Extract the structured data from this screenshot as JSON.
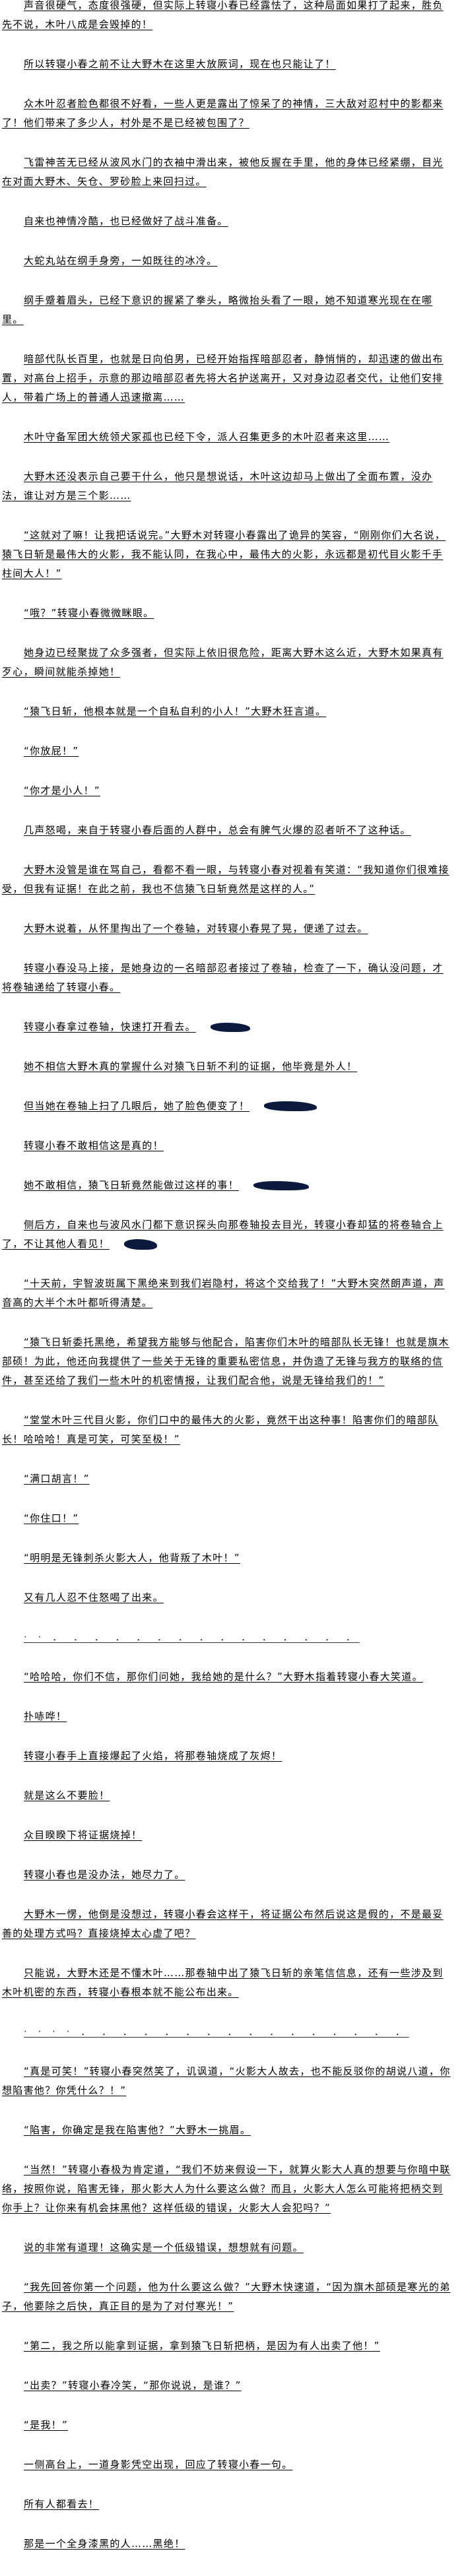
{
  "document": {
    "paragraphs": [
      "声音很硬气，态度很强硬，但实际上转寝小春已经露怯了，这种局面如果打了起来，胜负先不说，木叶八成是会毁掉的！",
      "所以转寝小春之前不让大野木在这里大放厥词，现在也只能让了！",
      "众木叶忍者脸色都很不好看，一些人更是露出了惊呆了的神情，三大敌对忍村中的影都来了！他们带来了多少人，村外是不是已经被包围了？",
      "飞雷神苦无已经从波风水门的衣袖中滑出来，被他反握在手里，他的身体已经紧绷，目光在对面大野木、矢仓、罗砂脸上来回扫过。",
      "自来也神情冷酷，也已经做好了战斗准备。",
      "大蛇丸站在纲手身旁，一如既往的冰冷。",
      "纲手蹙着眉头，已经下意识的握紧了拳头，略微抬头看了一眼，她不知道寒光现在在哪里。",
      "暗部代队长百里，也就是日向伯男，已经开始指挥暗部忍者，静悄悄的，却迅速的做出布置，对高台上招手，示意的那边暗部忍者先将大名护送离开，又对身边忍者交代，让他们安排人，带着广场上的普通人迅速撤离……",
      "木叶守备军团大统领犬冢孤也已经下令，派人召集更多的木叶忍者来这里……",
      "大野木还没表示自己要干什么，他只是想说话，木叶这边却马上做出了全面布置，没办法，谁让对方是三个影……",
      "“这就对了嘛！让我把话说完。”大野木对转寝小春露出了诡异的笑容，“刚刚你们大名说，猿飞日斩是最伟大的火影，我不能认同，在我心中，最伟大的火影，永远都是初代目火影千手柱间大人！”",
      "“哦？”转寝小春微微眯眼。",
      "她身边已经聚拢了众多强者，但实际上依旧很危险，距离大野木这么近，大野木如果真有歹心，瞬间就能杀掉她！",
      "“猿飞日斩，他根本就是一个自私自利的小人！”大野木狂言道。",
      "“你放屁！”",
      "“你才是小人！”",
      "几声怒喝，来自于转寝小春后面的人群中，总会有脾气火爆的忍者听不了这种话。",
      "大野木没管是谁在骂自己，看都不看一眼，与转寝小春对视着有笑道：“我知道你们很难接受，但我有证据！在此之前，我也不信猿飞日斩竟然是这样的人。”",
      "大野木说着，从怀里掏出了一个卷轴，对转寝小春晃了晃，便递了过去。",
      "转寝小春没马上接，是她身边的一名暗部忍者接过了卷轴，检查了一下，确认没问题，才将卷轴递给了转寝小春。",
      "转寝小春拿过卷轴，快速打开看去。",
      "她不相信大野木真的掌握什么对猿飞日斩不利的证据，他毕竟是外人！",
      "但当她在卷轴上扫了几眼后，她了脸色便变了！",
      "转寝小春不敢相信这是真的！",
      "她不敢相信，猿飞日斩竟然能做过这样的事！",
      "侧后方，自来也与波风水门都下意识探头向那卷轴投去目光，转寝小春却猛的将卷轴合上了，不让其他人看见！",
      "“十天前，宇智波斑属下黑绝来到我们岩隐村，将这个交给我了！”大野木突然朗声道，声音高的大半个木叶都听得清楚。",
      "“猿飞日斩委托黑绝，希望我方能够与他配合，陷害你们木叶的暗部队长无锋！也就是旗木部硕！为此，他还向我提供了一些关于无锋的重要私密信息，并伪造了无锋与我方的联络的信件，甚至还给了我们一些木叶的机密情报，让我们配合他，说是无锋给我们的！”",
      "“堂堂木叶三代目火影，你们口中的最伟大的火影，竟然干出这种事！陷害你们的暗部队长！哈哈哈！真是可笑，可笑至极！”",
      "“满口胡言！”",
      "“你住口！”",
      "“明明是无锋刺杀火影大人，他背叛了木叶！”",
      "又有几人忍不住怒喝了出来。",
      "· · ． ． ． ． ． ． ． ． ． ． ． ． ． ． ．",
      "“哈哈哈，你们不信，那你们问她，我给她的是什么？”大野木指着转寝小春大笑道。",
      "扑哧哗！",
      "转寝小春手上直接爆起了火焰，将那卷轴烧成了灰烬！",
      "就是这么不要脸！",
      "众目睽睽下将证据烧掉！",
      "转寝小春也是没办法，她尽力了。",
      "大野木一愣，他倒是没想过，转寝小春会这样干，将证据公布然后说这是假的，不是最妥善的处理方式吗？直接烧掉太心虚了吧？",
      "只能说，大野木还是不懂木叶……那卷轴中出了猿飞日斩的亲笔信信息，还有一些涉及到木叶机密的东西，转寝小春根本就不能公布出来。",
      "· · · · ． ． ． ． ． ． ． ． ． ． ． ． ． ． ． ．",
      "“真是可笑！”转寝小春突然笑了，讥讽道，“火影大人故去，也不能反驳你的胡说八道，你想陷害他？你凭什么？！”",
      "“陷害，你确定是我在陷害他？”大野木一挑眉。",
      "“当然！”转寝小春极为肯定道，“我们不妨来假设一下，就算火影大人真的想要与你暗中联络，按照你说，陷害无锋，那火影大人为什么要这么做？而且，火影大人怎么可能将把柄交到你手上？让你来有机会抹黑他？这样低级的错误，火影大人会犯吗？”",
      "说的非常有道理！这确实是一个低级错误，想想就有问题。",
      "“我先回答你第一个问题，他为什么要这么做？”大野木快速道，“因为旗木部硕是寒光的弟子，他要除之后快，真正目的是为了对付寒光！”",
      "“第二，我之所以能拿到证据，拿到猿飞日斩把柄，是因为有人出卖了他！”",
      "“出卖？”转寝小春冷笑，“那你说说，是谁？”",
      "“是我！”",
      "一侧高台上，一道身影凭空出现，回应了转寝小春一句。",
      "所有人都看去！",
      "那是一个全身漆黑的人……黑绝！"
    ]
  },
  "colors": {
    "text": "#000000",
    "ink_smudge": "#0b1a3c"
  }
}
